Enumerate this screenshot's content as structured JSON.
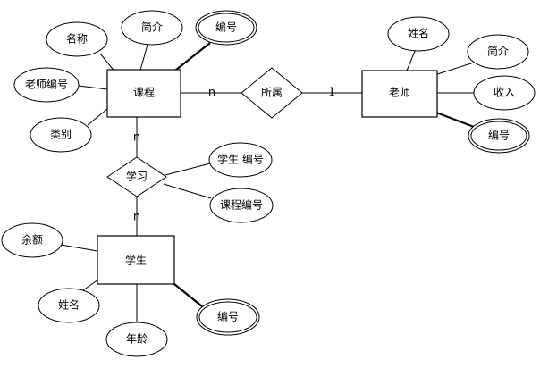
{
  "entities": {
    "course": "课程",
    "teacher": "老师",
    "student": "学生"
  },
  "relationships": {
    "belongs": "所属",
    "study": "学习"
  },
  "attributes": {
    "course_name": "名称",
    "course_intro": "简介",
    "course_id": "编号",
    "course_teacher_id": "老师编号",
    "course_category": "类别",
    "teacher_name": "姓名",
    "teacher_intro": "简介",
    "teacher_income": "收入",
    "teacher_id": "编号",
    "study_student_id": "学生 编号",
    "study_course_id": "课程编号",
    "student_balance": "余额",
    "student_name": "姓名",
    "student_age": "年龄",
    "student_id": "编号"
  },
  "cardinalities": {
    "course_belongs": "n",
    "belongs_teacher": "1",
    "course_study": "n",
    "study_student": "n"
  }
}
